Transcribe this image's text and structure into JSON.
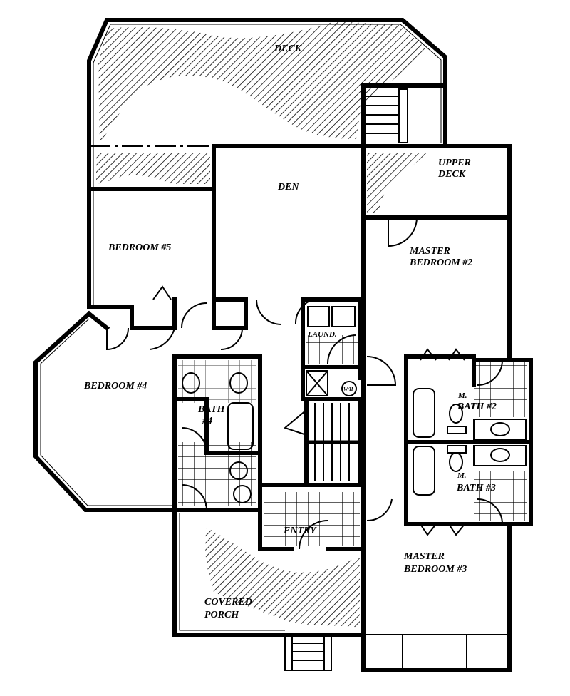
{
  "plan": {
    "rooms": {
      "deck": "DECK",
      "upper_deck_1": "UPPER",
      "upper_deck_2": "DECK",
      "den": "DEN",
      "bedroom5": "BEDROOM #5",
      "master2_1": "MASTER",
      "master2_2": "BEDROOM #2",
      "bedroom4": "BEDROOM #4",
      "laund": "LAUND.",
      "wh": "W/H",
      "bath4_1": "BATH",
      "bath4_2": "#4",
      "mbath2_1": "M.",
      "mbath2_2": "BATH #2",
      "mbath3_1": "M.",
      "mbath3_2": "BATH #3",
      "entry": "ENTRY",
      "master3_1": "MASTER",
      "master3_2": "BEDROOM #3",
      "porch_1": "COVERED",
      "porch_2": "PORCH"
    },
    "colors": {
      "line": "#000000",
      "background": "#ffffff"
    }
  }
}
